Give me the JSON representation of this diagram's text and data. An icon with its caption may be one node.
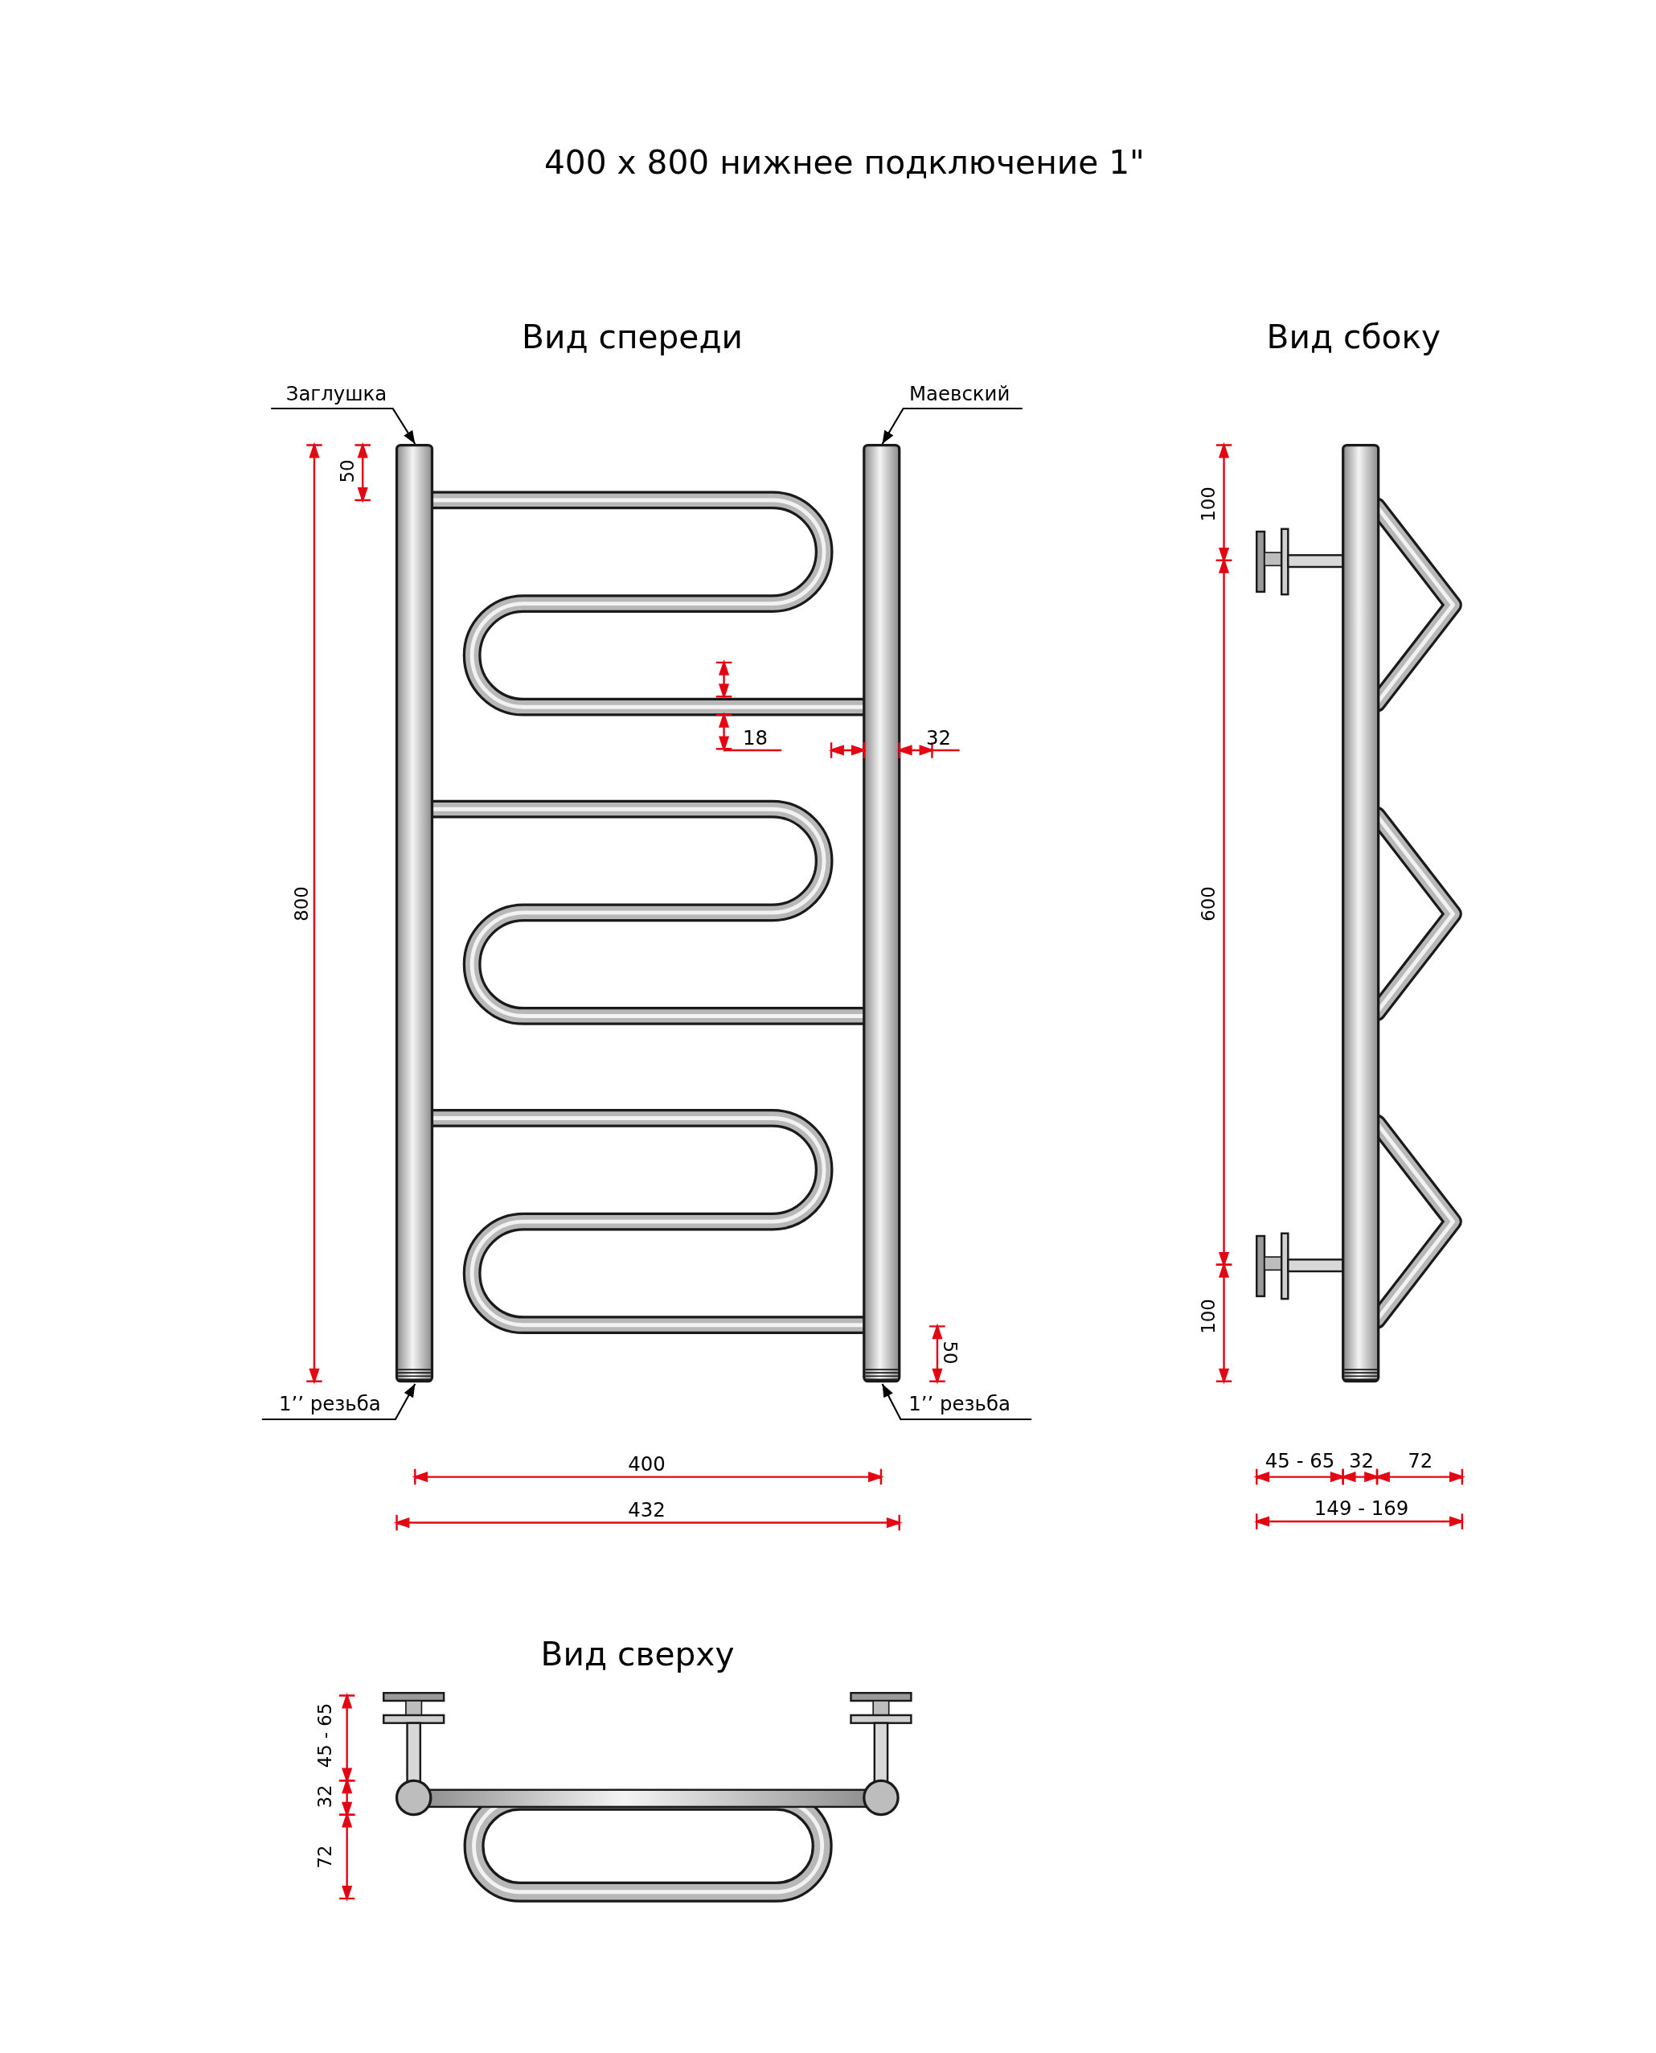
{
  "diagram": {
    "title": "400 x 800 нижнее подключение 1\"",
    "nodes": [
      {
        "text": [
          "Заглушка"
        ]
      },
      {
        "text": [
          "Маевский"
        ]
      },
      {
        "text": [
          "1’’ резьба"
        ]
      },
      {
        "text": [
          "1’’ резьба"
        ]
      },
      {
        "text": [],
        "shape": "bar"
      },
      {
        "text": [],
        "shape": "bar"
      }
    ],
    "edges": [
      {
        "from": 0,
        "to": 4,
        "arrow": "to"
      },
      {
        "from": 1,
        "to": 5,
        "arrow": "to"
      },
      {
        "from": 2,
        "to": 4,
        "arrow": "to"
      },
      {
        "from": 3,
        "to": 5,
        "arrow": "to"
      }
    ],
    "labels": [
      "Вид спереди",
      "Вид сбоку",
      "50",
      "100",
      "18",
      "32",
      "600",
      "800",
      "100",
      "50",
      "45 - 65",
      "32",
      "72",
      "400",
      "149 - 169",
      "432",
      "Вид сверху",
      "45 - 65",
      "32",
      "72"
    ]
  }
}
